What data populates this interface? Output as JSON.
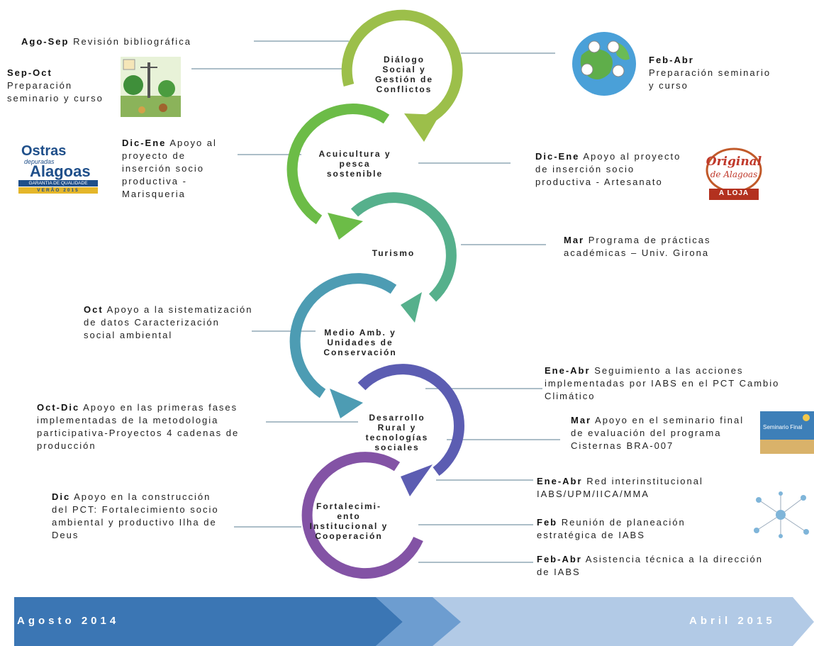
{
  "stages": [
    {
      "id": "s1",
      "label": "Diálogo Social y Gestión de Conflictos",
      "color": "#9cbf4a"
    },
    {
      "id": "s2",
      "label": "Acuicultura y pesca sostenible",
      "color": "#65b948"
    },
    {
      "id": "s3",
      "label": "Turismo",
      "color": "#5aae8c"
    },
    {
      "id": "s4",
      "label": "Medio Amb. y Unidades de Conservación",
      "color": "#4e9db4"
    },
    {
      "id": "s5",
      "label": "Desarrollo Rural y tecnologías sociales",
      "color": "#5d5bb0"
    },
    {
      "id": "s6",
      "label": "Fortalecimi-ento Institucional y Cooperación",
      "color": "#8355a6"
    }
  ],
  "activities": {
    "a1": {
      "period": "Ago-Sep",
      "text": "Revisión bibliográfica"
    },
    "a2": {
      "period": "Sep-Oct",
      "text": "Preparación seminario y curso"
    },
    "a3": {
      "period": "Feb-Abr",
      "text": "Preparación seminario y curso"
    },
    "a4": {
      "period": "Dic-Ene",
      "text": "Apoyo al proyecto de inserción socio productiva - Marisqueria"
    },
    "a5": {
      "period": "Dic-Ene",
      "text": "Apoyo al proyecto de inserción socio productiva - Artesanato"
    },
    "a6": {
      "period": "Mar",
      "text": "Programa de prácticas académicas – Univ. Girona"
    },
    "a7": {
      "period": "Oct",
      "text": "Apoyo a la sistematización de datos Caracterización social ambiental"
    },
    "a8": {
      "period": "Ene-Abr",
      "text": "Seguimiento a las acciones implementadas por IABS en el PCT Cambio Climático"
    },
    "a9": {
      "period": "Oct-Dic",
      "text": "Apoyo en las primeras fases implementadas de la metodologia participativa-Proyectos 4 cadenas de producción"
    },
    "a10": {
      "period": "Mar",
      "text": "Apoyo en el seminario final de evaluación del programa Cisternas BRA-007"
    },
    "a11": {
      "period": "Ene-Abr",
      "text": "Red interinstitucional IABS/UPM/IICA/MMA"
    },
    "a12": {
      "period": "Dic",
      "text": "Apoyo en la construcción del PCT: Fortalecimiento socio ambiental y productivo Ilha de Deus"
    },
    "a13": {
      "period": "Feb",
      "text": "Reunión de planeación estratégica de IABS"
    },
    "a14": {
      "period": "Feb-Abr",
      "text": "Asistencia técnica a la dirección de IABS"
    }
  },
  "logos": {
    "ostras": {
      "line1": "Ostras",
      "line2": "depuradas",
      "line3": "Alagoas",
      "line4": "GARANTIA DE QUALIDADE",
      "line5": "VERÃO 2015"
    },
    "original": {
      "line1": "Original",
      "line2": "de Alagoas",
      "line3": "A LOJA"
    },
    "seminario": {
      "line1": "Seminario Final"
    }
  },
  "timeline": {
    "start": "Agosto 2014",
    "end": "Abril 2015"
  },
  "colors": {
    "timeline_dark": "#3f77b3",
    "timeline_light": "#a9c4e4",
    "line": "#6a8ea0"
  }
}
